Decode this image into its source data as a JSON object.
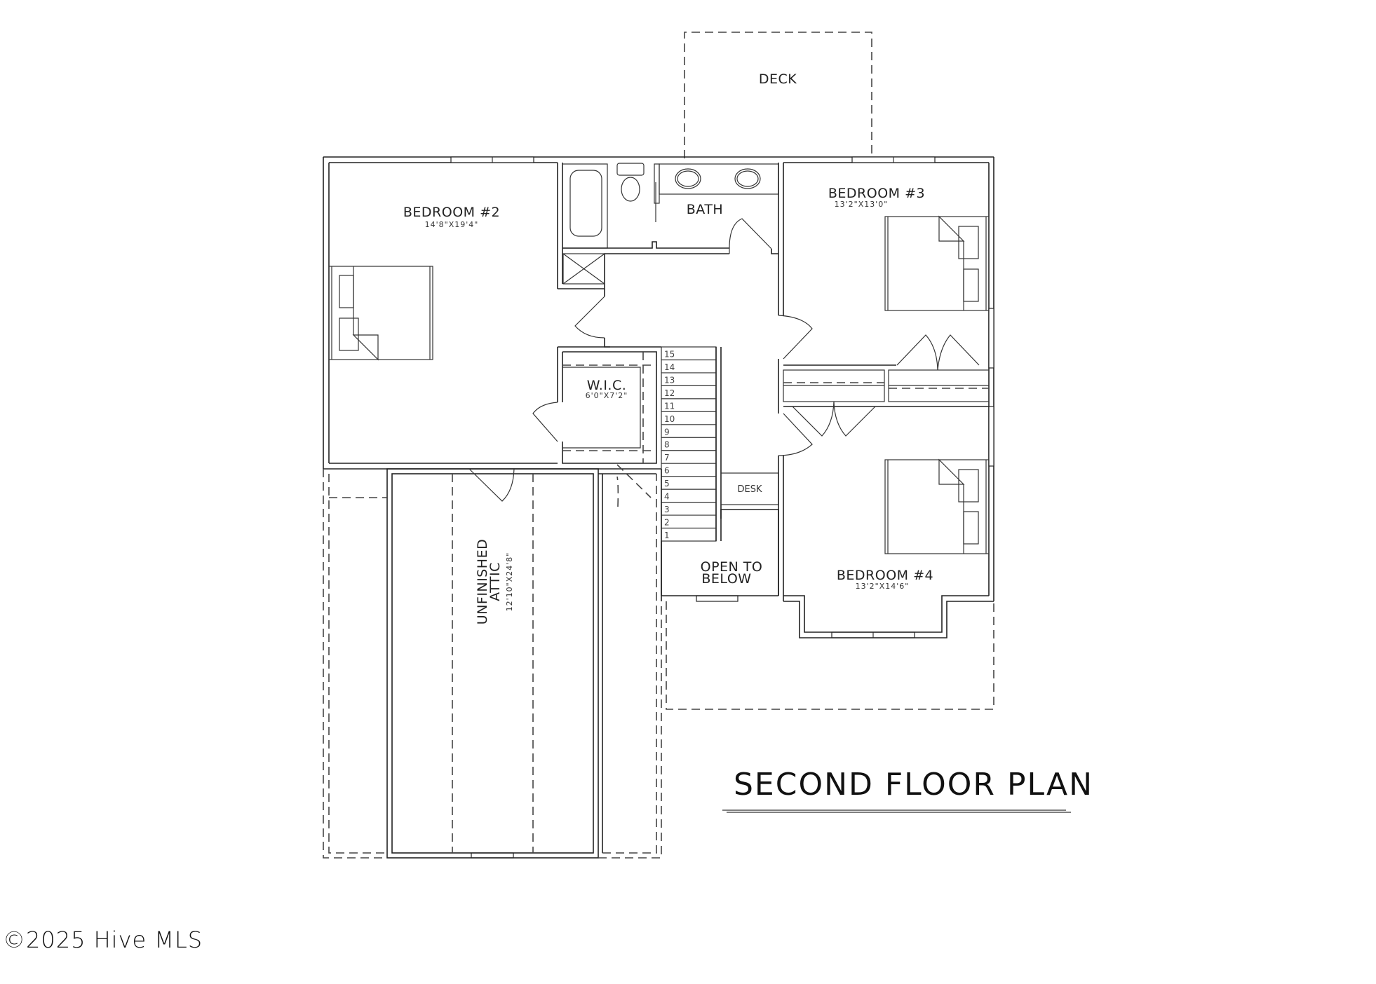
{
  "plan": {
    "title": "SECOND FLOOR PLAN",
    "rooms": {
      "deck": {
        "label": "DECK"
      },
      "bedroom2": {
        "label": "BEDROOM #2",
        "dims": "14'8\"X19'4\""
      },
      "bath": {
        "label": "BATH"
      },
      "bedroom3": {
        "label": "BEDROOM #3",
        "dims": "13'2\"X13'0\""
      },
      "wic": {
        "label": "W.I.C.",
        "dims": "6'0\"X7'2\""
      },
      "desk": {
        "label": "DESK"
      },
      "open_below": {
        "label_line1": "OPEN TO",
        "label_line2": "BELOW"
      },
      "bedroom4": {
        "label": "BEDROOM #4",
        "dims": "13'2\"X14'6\""
      },
      "attic": {
        "label_line1": "UNFINISHED",
        "label_line2": "ATTIC",
        "dims": "12'10\"X24'8\""
      }
    },
    "stairs": {
      "steps": [
        "15",
        "14",
        "13",
        "12",
        "11",
        "10",
        "9",
        "8",
        "7",
        "6",
        "5",
        "4",
        "3",
        "2",
        "1"
      ]
    }
  },
  "watermark": "©2025 Hive MLS",
  "colors": {
    "line": "#222222",
    "background": "#ffffff"
  }
}
